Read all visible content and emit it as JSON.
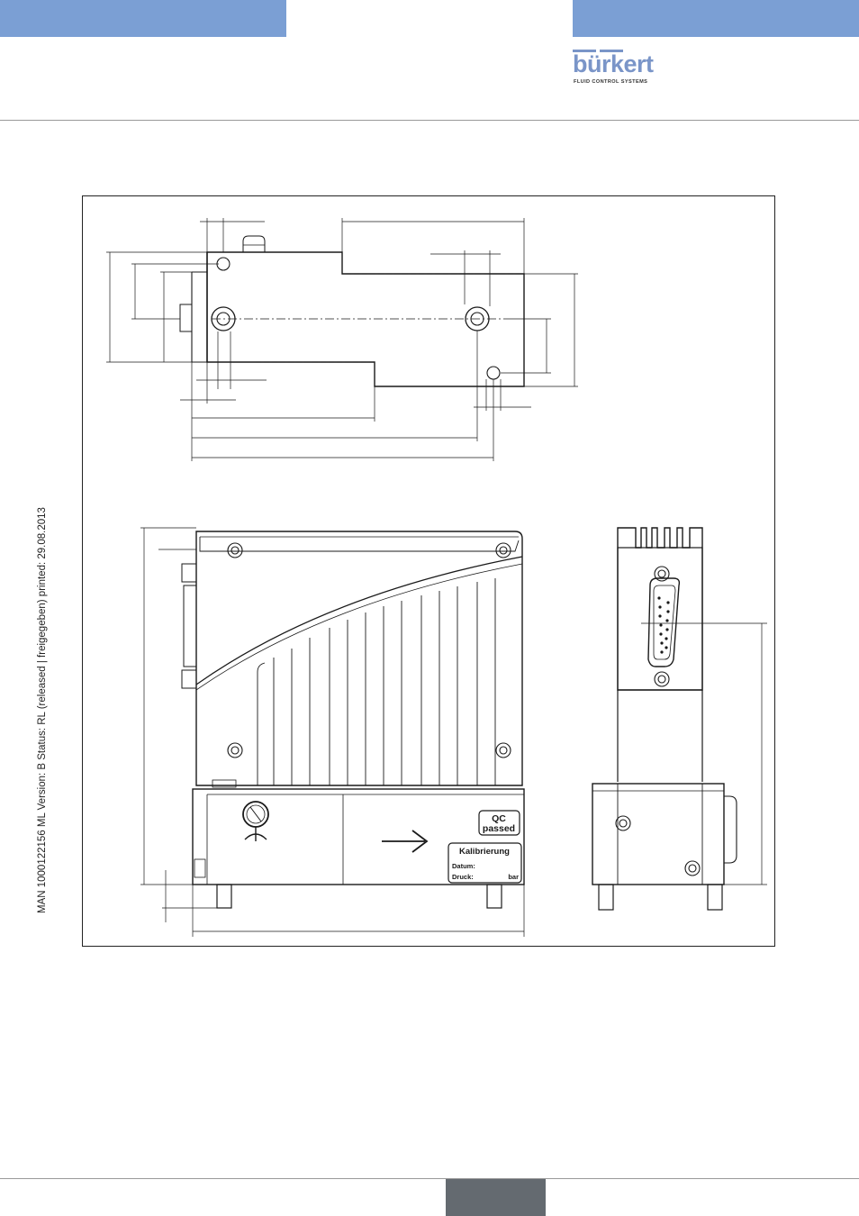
{
  "colors": {
    "header_bar": "#7b9fd4",
    "logo_blue": "#7a95c8",
    "page_tab": "#646a70",
    "line": "#1a1a1a"
  },
  "logo": {
    "word": "bürkert",
    "tagline": "FLUID CONTROL SYSTEMS"
  },
  "side_note": "MAN  1000122156  ML  Version: B  Status: RL (released | freigegeben)  printed: 29.08.2013",
  "drawing": {
    "label_qc_line1": "QC",
    "label_qc_line2": "passed",
    "label_calibration": "Kalibrierung",
    "label_date": "Datum:",
    "label_pressure": "Druck:",
    "label_unit": "bar"
  }
}
